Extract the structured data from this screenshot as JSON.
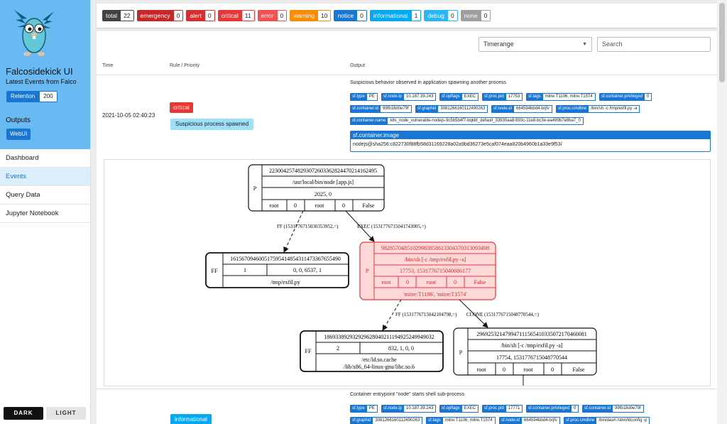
{
  "sidebar": {
    "title": "Falcosidekick UI",
    "subtitle": "Latest Events from Falco",
    "retention_label": "Retention",
    "retention_value": "200",
    "outputs_heading": "Outputs",
    "outputs_button": "WebUI",
    "nav": [
      {
        "label": "Dashboard",
        "active": false
      },
      {
        "label": "Events",
        "active": true
      },
      {
        "label": "Query Data",
        "active": false
      },
      {
        "label": "Jupyter Notebook",
        "active": false
      }
    ],
    "theme_dark": "DARK",
    "theme_light": "LIGHT"
  },
  "priorities": [
    {
      "label": "total",
      "count": "22",
      "color": "#424242"
    },
    {
      "label": "emergency",
      "count": "0",
      "color": "#c62828"
    },
    {
      "label": "alert",
      "count": "0",
      "color": "#d32f2f"
    },
    {
      "label": "critical",
      "count": "11",
      "color": "#e53935"
    },
    {
      "label": "error",
      "count": "0",
      "color": "#ef5350"
    },
    {
      "label": "warning",
      "count": "10",
      "color": "#fb8c00"
    },
    {
      "label": "notice",
      "count": "0",
      "color": "#1976d2"
    },
    {
      "label": "informational",
      "count": "1",
      "color": "#03a9f4"
    },
    {
      "label": "debug",
      "count": "0",
      "color": "#29b6f6"
    },
    {
      "label": "none",
      "count": "0",
      "color": "#9e9e9e"
    }
  ],
  "filters": {
    "timerange": "Timerange",
    "search_placeholder": "Search"
  },
  "table": {
    "col_time": "Time",
    "col_rule": "Rule / Priority",
    "col_output": "Output"
  },
  "event1": {
    "time": "2021-10-05 02:40:23",
    "priority": "critical",
    "rule": "Suspicious process spawned",
    "output": "Suspicious behavior observed in application spawning another process",
    "tags": [
      [
        [
          "sf.type",
          "PE"
        ],
        [
          "sf.node.ip",
          "10.187.39.243"
        ],
        [
          "sf.opflags",
          "EXEC"
        ],
        [
          "sf.proc.pid",
          "17753"
        ],
        [
          "sf.tags",
          "mitre:T1106, mitre:T1574"
        ],
        [
          "sf.container.privileged",
          "0"
        ]
      ],
      [
        [
          "sf.container.id",
          "99fb18d0e79f"
        ],
        [
          "sf.graphid",
          "3081266160112490263"
        ],
        [
          "sf.node.id",
          "664594bbd4-brjfv"
        ],
        [
          "sf.proc.cmdline",
          "/bin/sh -c /tmp/exfil.py -a"
        ]
      ],
      [
        [
          "sf.container.name",
          "k8s_node_vulnerable-nodejs-9c5b5b4f7-bqkbt_default_33930aa8-893c-11e8-bc3e-ea499b7e8ba7_0"
        ]
      ]
    ],
    "image_key": "sf.container.image",
    "image_value": "nodejs@sha256:c822730f88fb58d31169228a02a9bd36273e5caf074eaa820b4960b1a33e9f53/"
  },
  "graph": {
    "n1": {
      "id": "223004257482930726033628244702141624​95",
      "exe": "/usr/local/bin/node [app.js]",
      "pid": "2025, 0",
      "user1": "root",
      "v1": "0",
      "user2": "root",
      "v2": "0",
      "flag": "False",
      "kind": "P"
    },
    "n2": {
      "id": "161567094600517595414854311473367655490",
      "file": "/tmp/exfil.py",
      "a": "1",
      "b": "0, 0, 6537, 1",
      "kind": "FF"
    },
    "n3": {
      "id": "982857048510299838586133043703130934​98",
      "exe": "/bin/sh [-c /tmp/exfil.py -a]",
      "pid": "17753, 1531776715040686177",
      "user1": "root",
      "v1": "0",
      "user2": "root",
      "v2": "0",
      "flag": "False",
      "tags": "'mitre:T1106', 'mitre:T1574'",
      "kind": "P"
    },
    "n4": {
      "id": "186933892932929628040211194925249949032",
      "file": "/etc/ld.so.cache\n/lib/x86_64-linux-gnu/libc.so.6",
      "a": "2",
      "b": "832, 1, 0, 0",
      "kind": "FF"
    },
    "n5": {
      "id": "296925321479947111565410335072170460081",
      "exe": "/bin/sh [-c /tmp/exfil.py -a]",
      "pid": "17754, 1531776715048770544",
      "user1": "root",
      "v1": "0",
      "user2": "root",
      "v2": "0",
      "flag": "False",
      "kind": "P"
    },
    "e1": "FF (1531776715030353952,=)",
    "e2": "EXEC (1531776715041743005,=)",
    "e3": "FF (1531776715042104798,=)",
    "e4": "CLONE (1531776715048770544,=)"
  },
  "event2": {
    "priority": "informational",
    "output": "Container entrypoint \"node\" starts shell sub-process",
    "tags": [
      [
        [
          "sf.type",
          "PE"
        ],
        [
          "sf.node.ip",
          "10.187.39.243"
        ],
        [
          "sf.opflags",
          "EXEC"
        ],
        [
          "sf.proc.pid",
          "17771"
        ],
        [
          "sf.container.privileged",
          "0"
        ],
        [
          "sf.container.id",
          "99fb18d0e79f"
        ]
      ],
      [
        [
          "sf.graphid",
          "3081266160112490263"
        ],
        [
          "sf.tags",
          "mitre:T1106, mitre:T1574"
        ],
        [
          "sf.node.id",
          "664594bbd4-brjfv"
        ],
        [
          "sf.proc.cmdline",
          "/bin/dash /sbin/ldconfig -p"
        ]
      ]
    ]
  }
}
